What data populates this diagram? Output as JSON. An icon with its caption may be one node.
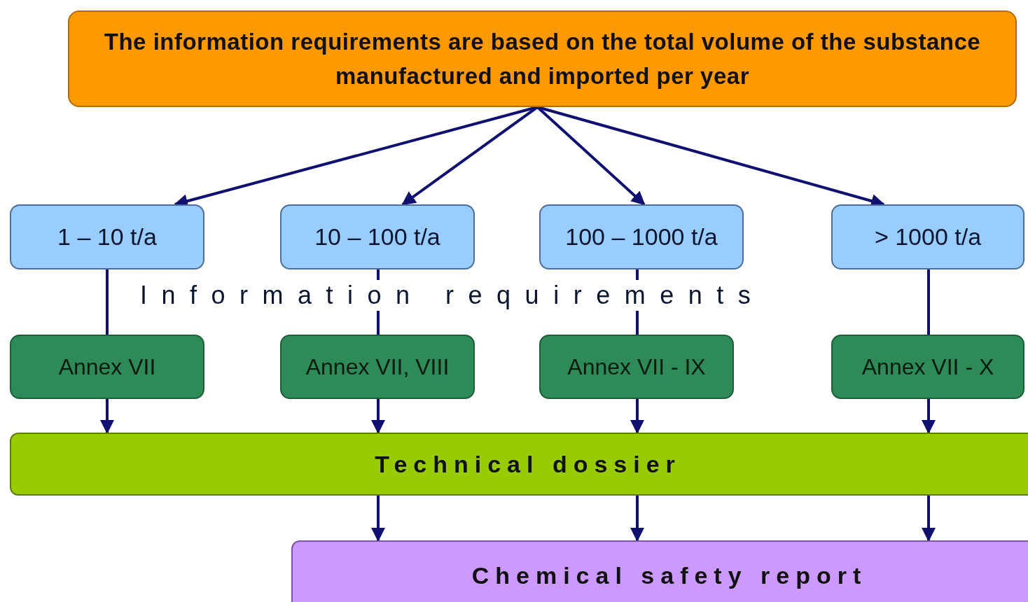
{
  "diagram": {
    "nodes": [
      {
        "text": [
          "The information requirements are based on the total volume of the substance manufactured and imported per year"
        ]
      },
      {
        "text": [
          "1 – 10 t/a"
        ]
      },
      {
        "text": [
          "10 – 100 t/a"
        ]
      },
      {
        "text": [
          "100 – 1000 t/a"
        ]
      },
      {
        "text": [
          "> 1000 t/a"
        ]
      },
      {
        "text": [
          "Annex VII"
        ]
      },
      {
        "text": [
          "Annex VII, VIII"
        ]
      },
      {
        "text": [
          "Annex VII - IX"
        ]
      },
      {
        "text": [
          "Annex VII - X"
        ]
      },
      {
        "text": [
          "Technical dossier"
        ]
      },
      {
        "text": [
          "Chemical safety report"
        ]
      }
    ],
    "edges": [
      {
        "from": 0,
        "to": 1,
        "arrow": "to"
      },
      {
        "from": 0,
        "to": 2,
        "arrow": "to"
      },
      {
        "from": 0,
        "to": 3,
        "arrow": "to"
      },
      {
        "from": 0,
        "to": 4,
        "arrow": "to"
      },
      {
        "from": 1,
        "to": 5,
        "arrow": "none"
      },
      {
        "from": 2,
        "to": 6,
        "arrow": "none"
      },
      {
        "from": 3,
        "to": 7,
        "arrow": "none"
      },
      {
        "from": 4,
        "to": 8,
        "arrow": "none"
      },
      {
        "from": 5,
        "to": 9,
        "arrow": "to"
      },
      {
        "from": 6,
        "to": 9,
        "arrow": "to"
      },
      {
        "from": 7,
        "to": 9,
        "arrow": "to"
      },
      {
        "from": 8,
        "to": 9,
        "arrow": "to"
      },
      {
        "from": 9,
        "to": 10,
        "arrow": "to"
      },
      {
        "from": 9,
        "to": 10,
        "arrow": "to"
      },
      {
        "from": 9,
        "to": 10,
        "arrow": "to"
      }
    ],
    "labels": [
      "Information requirements"
    ]
  }
}
